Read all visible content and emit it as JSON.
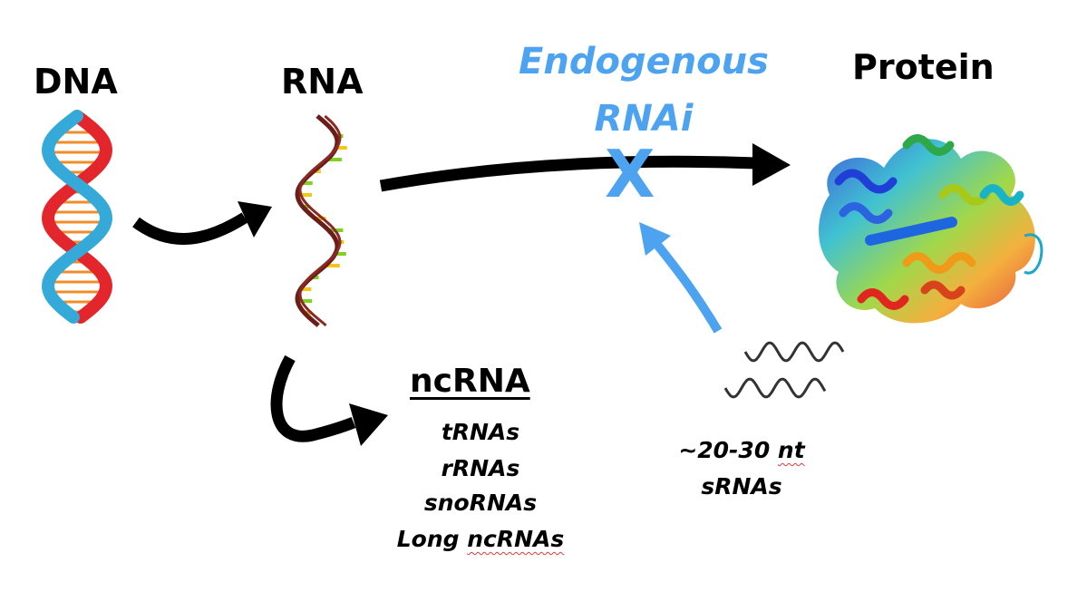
{
  "labels": {
    "dna": "DNA",
    "rna": "RNA",
    "protein": "Protein",
    "rnai_line1": "Endogenous",
    "rnai_line2": "RNAi",
    "block_mark": "X",
    "ncrna_title": "ncRNA",
    "ncrna_items": [
      "tRNAs",
      "rRNAs",
      "snoRNAs"
    ],
    "long_ncrna_prefix": "Long ",
    "long_ncrna_word": "ncRNAs",
    "srna_prefix": "~20-30 ",
    "srna_unit": "nt",
    "srna_line2": "sRNAs"
  },
  "colors": {
    "arrow": "#000000",
    "rnai": "#4da3f0",
    "dna_strand_a": "#e3262b",
    "dna_strand_b": "#35a9d8",
    "dna_rungs": "#f28c28",
    "rna_strand": "#6b1d18",
    "rna_base_green": "#7ed321",
    "rna_base_yellow": "#f5c518"
  },
  "icons": [
    "dna-double-helix-icon",
    "rna-strand-icon",
    "protein-structure-icon",
    "small-rna-duplex-icon"
  ]
}
